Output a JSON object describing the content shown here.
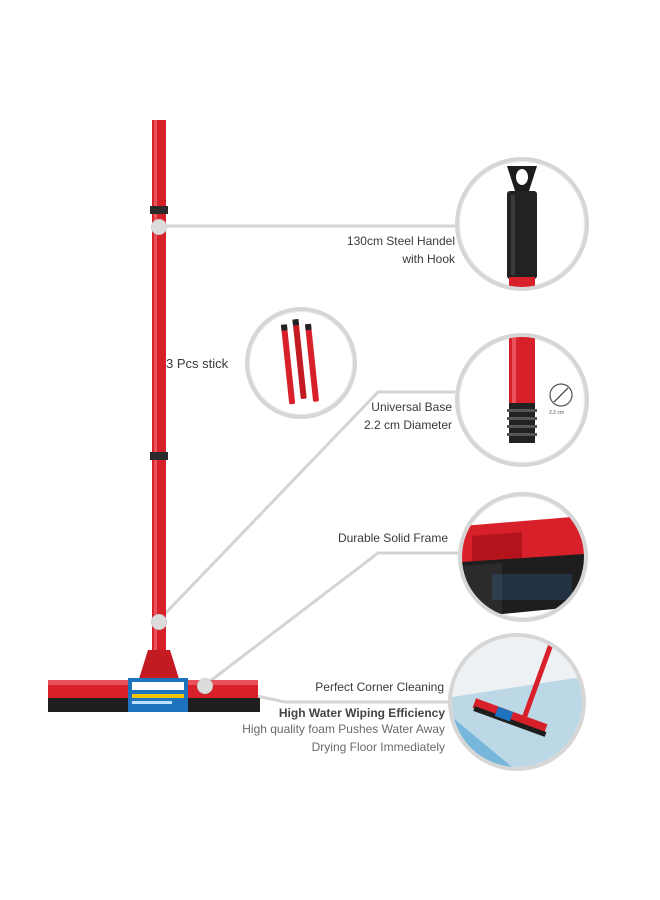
{
  "callouts": {
    "handle": {
      "text_line1": "130cm Steel Handel",
      "text_line2": "with Hook"
    },
    "stick": {
      "text": "3 Pcs stick"
    },
    "base": {
      "text_line1": "Universal Base",
      "text_line2": "2.2 cm Diameter",
      "diameter_badge": "2.2 cm"
    },
    "frame": {
      "text": "Durable Solid Frame"
    },
    "corner": {
      "text": "Perfect Corner Cleaning",
      "heading": "High Water Wiping Efficiency",
      "desc_line1": "High quality foam Pushes Water Away",
      "desc_line2": "Drying Floor Immediately"
    }
  },
  "colors": {
    "handle_red": "#d8202a",
    "dark_red": "#a5141c",
    "foam_black": "#1e1e1e",
    "callout_gray": "#d6d6d6",
    "label_blue": "#1e73be"
  },
  "product": {
    "name": "floor squeegee with steel handle"
  }
}
